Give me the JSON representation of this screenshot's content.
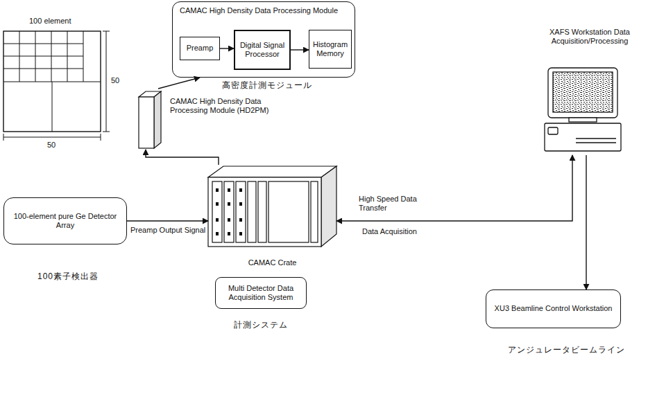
{
  "diagram": {
    "nodes": [
      {
        "text": [
          "CAMAC High Density Data Processing Module"
        ]
      },
      {
        "text": [
          "Preamp"
        ],
        "in": 0
      },
      {
        "text": [
          "Digital Signal Processor"
        ],
        "in": 0
      },
      {
        "text": [
          "Histogram Memory"
        ],
        "in": 0
      },
      {
        "text": [
          "CAMAC High Density Data Processing Module (HD2PM)"
        ]
      },
      {
        "text": [
          "100-element pure Ge Detector Array"
        ]
      },
      {
        "text": [
          "CAMAC Crate"
        ]
      },
      {
        "text": [
          "Multi Detector Data Acquisition System"
        ]
      },
      {
        "text": [
          "XAFS Workstation Data Acquisition/Processing"
        ]
      },
      {
        "text": [
          "XU3 Beamline Control Workstation"
        ]
      }
    ],
    "edges": [
      {
        "from": 1,
        "to": 2,
        "arrow": "to"
      },
      {
        "from": 2,
        "to": 3,
        "arrow": "to"
      },
      {
        "from": 6,
        "to": 4,
        "arrow": "to"
      },
      {
        "from": 4,
        "to": 0,
        "arrow": "to"
      },
      {
        "from": 5,
        "to": 6,
        "label": "Preamp Output Signal",
        "arrow": "to"
      },
      {
        "from": 6,
        "to": 8,
        "label": "High Speed Data Transfer",
        "arrow": "both"
      },
      {
        "from": 8,
        "to": 9,
        "arrow": "to"
      }
    ],
    "labels": [
      "100 element",
      "50",
      "50",
      "高密度計測モジュール",
      "100素子検出器",
      "計測システム",
      "アンジュレータビームライン",
      "Data Acquisition"
    ]
  }
}
